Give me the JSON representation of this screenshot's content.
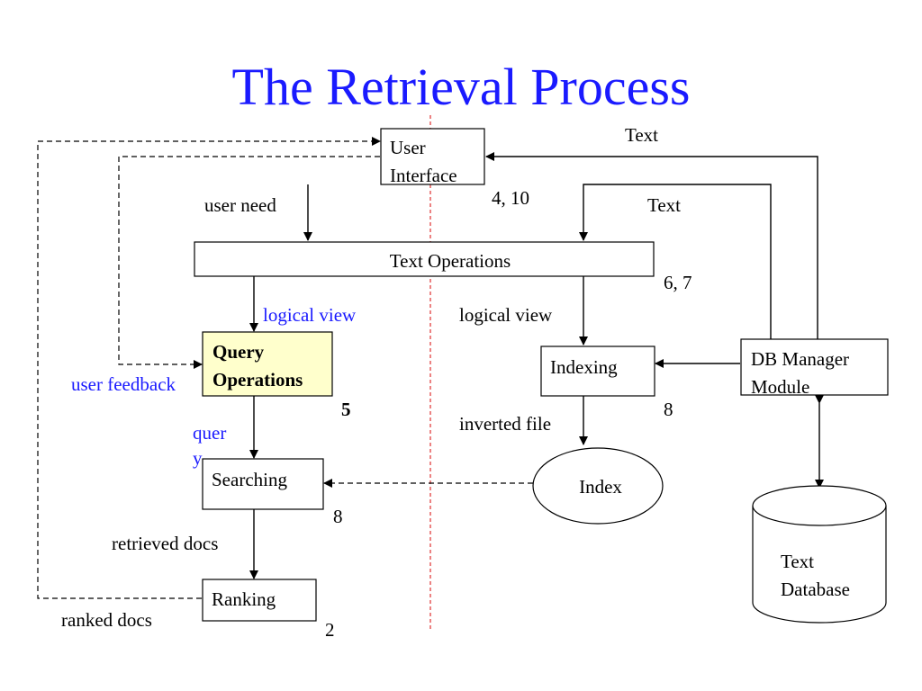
{
  "title": "The Retrieval Process",
  "nodes": {
    "user_interface": [
      "User",
      "Interface"
    ],
    "text_operations": "Text   Operations",
    "query_operations": [
      "Query",
      "Operations"
    ],
    "indexing": "Indexing",
    "db_manager": [
      "DB Manager",
      "Module"
    ],
    "index": "Index",
    "searching": "Searching",
    "ranking": "Ranking",
    "text_database": [
      "Text",
      "Database"
    ]
  },
  "edge_labels": {
    "text_top": "Text",
    "text_right": "Text",
    "user_need": "user need",
    "logical_view_left": "logical view",
    "logical_view_right": "logical view",
    "user_feedback": "user feedback",
    "query": [
      "quer",
      "y"
    ],
    "inverted_file": "inverted file",
    "retrieved_docs": "retrieved docs",
    "ranked_docs": "ranked docs"
  },
  "chapter_refs": {
    "user_interface": "4, 10",
    "text_operations": "6, 7",
    "query_operations": "5",
    "indexing": "8",
    "searching": "8",
    "ranking": "2"
  },
  "colors": {
    "title": "#1a1aff",
    "blue_labels": "#1a1aff",
    "highlight_fill": "#ffffcc",
    "divider": "#e03030"
  }
}
